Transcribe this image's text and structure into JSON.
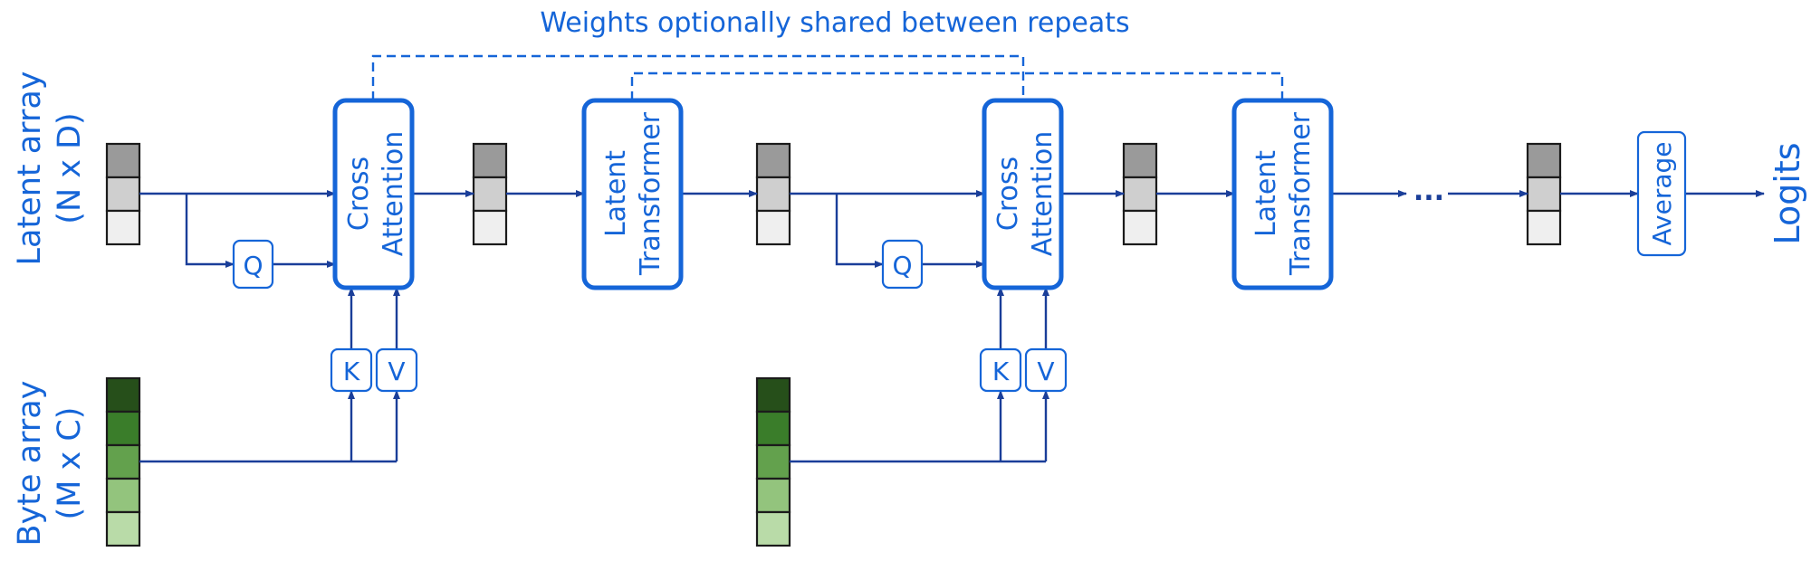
{
  "header": {
    "shared_weights_note": "Weights optionally shared between repeats"
  },
  "labels": {
    "latent_array_line1": "Latent array",
    "latent_array_line2": "(N x D)",
    "byte_array_line1": "Byte array",
    "byte_array_line2": "(M x C)",
    "logits": "Logits",
    "ellipsis": "..."
  },
  "blocks": {
    "cross_attention_line1": "Cross",
    "cross_attention_line2": "Attention",
    "latent_transformer_line1": "Latent",
    "latent_transformer_line2": "Transformer",
    "average": "Average",
    "query": "Q",
    "key": "K",
    "value": "V"
  },
  "colors": {
    "accent_blue": "#1565d8",
    "arrow_blue": "#1a3e99",
    "latent_cells": [
      "#9a9a9a",
      "#cfcfcf",
      "#efefef"
    ],
    "byte_cells": [
      "#264f1a",
      "#3a7d2a",
      "#63a14d",
      "#93c47d",
      "#b9dba8"
    ]
  }
}
